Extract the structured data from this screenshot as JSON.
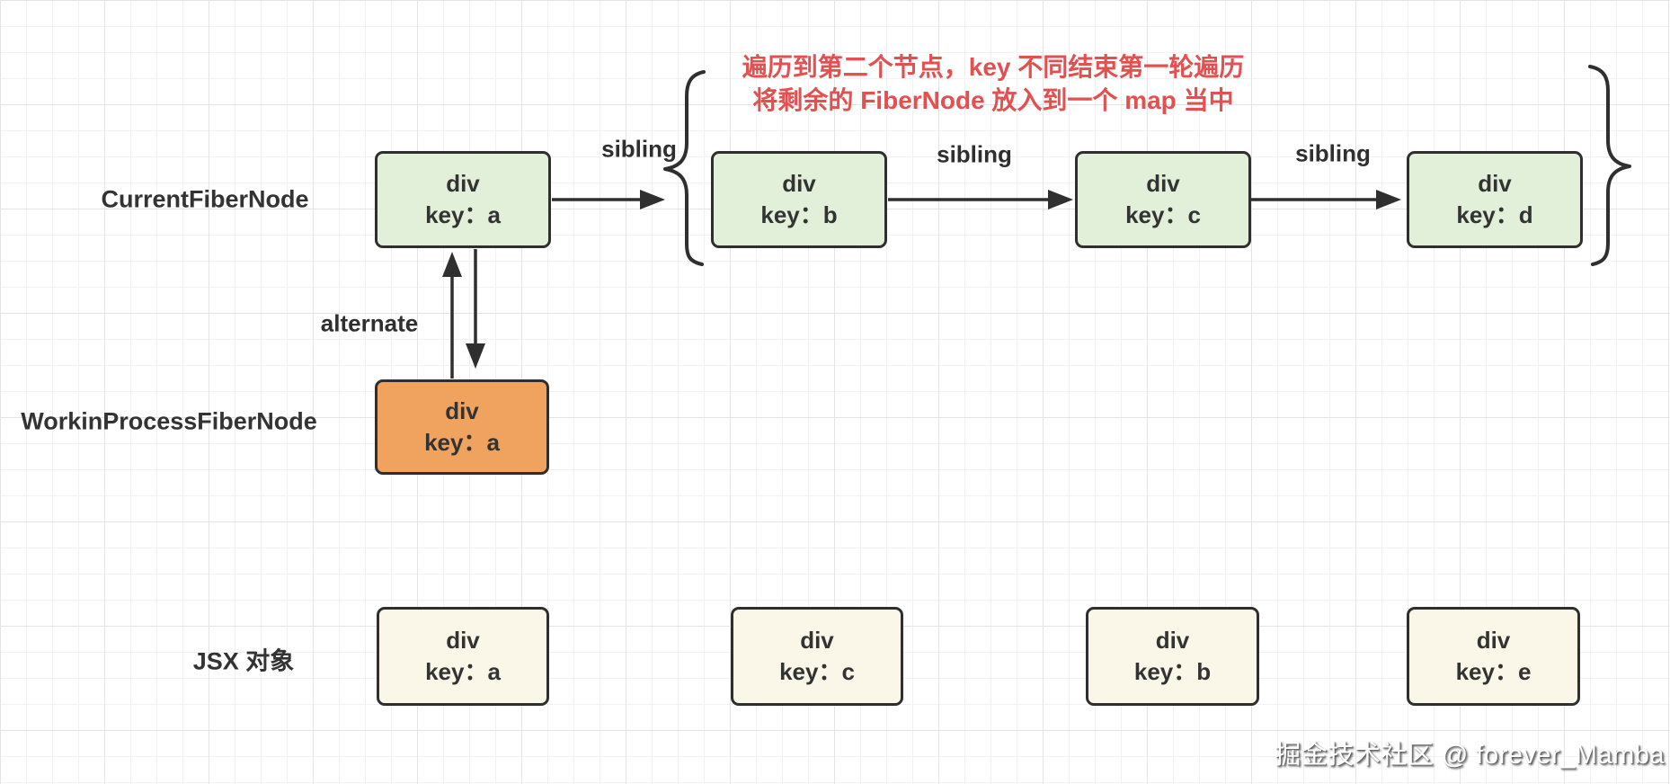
{
  "annotation": {
    "line_1": "遍历到第二个节点，key 不同结束第一轮遍历",
    "line_2": "将剩余的 FiberNode 放入到一个 map 当中"
  },
  "row_labels": {
    "current": "CurrentFiberNode",
    "wip": "WorkinProcessFiberNode",
    "jsx": "JSX 对象"
  },
  "edge_labels": {
    "sibling_1": "sibling",
    "sibling_2": "sibling",
    "sibling_3": "sibling",
    "alternate": "alternate"
  },
  "nodes": {
    "current": [
      {
        "tag": "div",
        "key": "key：a"
      },
      {
        "tag": "div",
        "key": "key：b"
      },
      {
        "tag": "div",
        "key": "key：c"
      },
      {
        "tag": "div",
        "key": "key：d"
      }
    ],
    "wip": [
      {
        "tag": "div",
        "key": "key：a"
      }
    ],
    "jsx": [
      {
        "tag": "div",
        "key": "key：a"
      },
      {
        "tag": "div",
        "key": "key：c"
      },
      {
        "tag": "div",
        "key": "key：b"
      },
      {
        "tag": "div",
        "key": "key：e"
      }
    ]
  },
  "watermark": "掘金技术社区 @ forever_Mamba",
  "colors": {
    "node_green": "#e2f0d9",
    "node_orange": "#f0a35e",
    "node_cream": "#faf7e8",
    "node_border": "#2f2f2f",
    "arrow": "#2f2f2f",
    "annotation_red": "#e25050",
    "grid_minor": "#f2f2f2",
    "grid_major": "#e4e4e4",
    "watermark_text": "#ffffff"
  }
}
